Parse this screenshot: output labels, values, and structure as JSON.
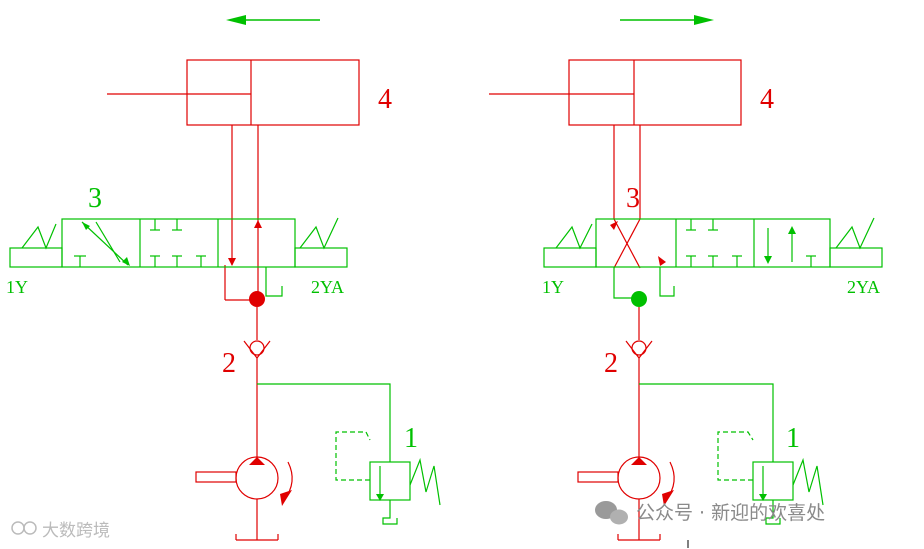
{
  "colors": {
    "red": "#e00000",
    "green": "#00c000",
    "white": "#ffffff",
    "watermark": "#bbbbbb"
  },
  "left": {
    "cylinder_label": "4",
    "valve_label": "3",
    "check_label": "2",
    "relief_label": "1",
    "solenoid_left": "1Y",
    "solenoid_right": "2YA"
  },
  "right": {
    "cylinder_label": "4",
    "valve_label": "3",
    "check_label": "2",
    "relief_label": "1",
    "solenoid_left": "1Y",
    "solenoid_right": "2YA"
  },
  "watermark": {
    "left_text": "大数跨境",
    "right_text": "公众号 · 新迎的欢喜处"
  }
}
